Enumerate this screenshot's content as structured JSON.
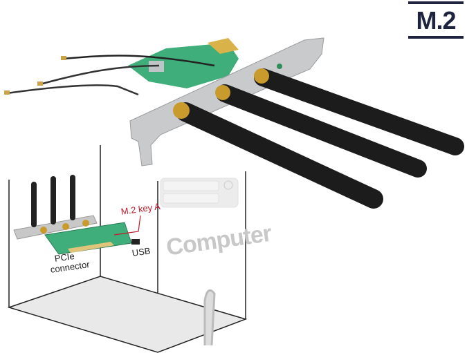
{
  "badge": {
    "label": "M.2",
    "color": "#1e2340"
  },
  "diagram": {
    "m2_label": "M.2 key A",
    "usb_label": "USB",
    "pcie_label_line1": "PCIe",
    "pcie_label_line2": "connector",
    "computer_label": "Computer",
    "accent_color": "#c0182b"
  },
  "product": {
    "antenna_count": 3,
    "pigtail_cable_count": 3
  }
}
